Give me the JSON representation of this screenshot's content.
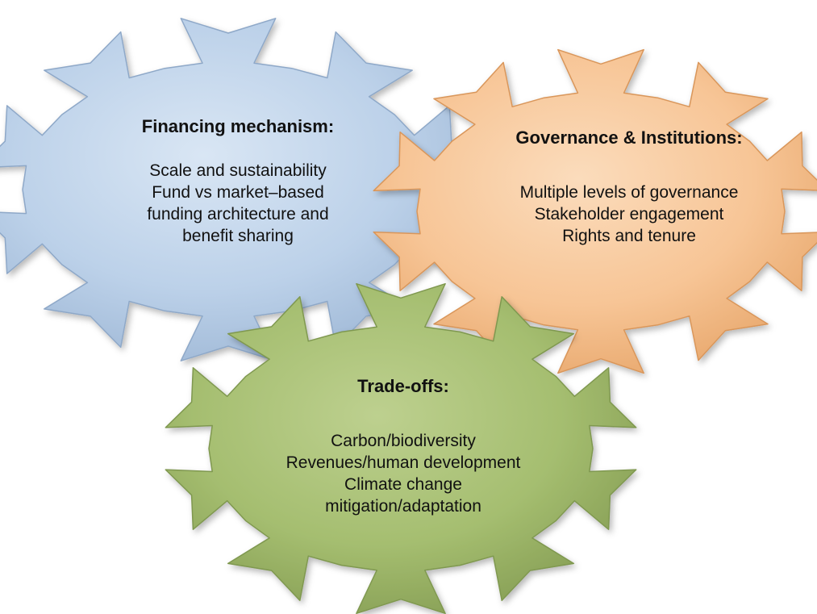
{
  "colors": {
    "financing": "#b7cde6",
    "governance": "#f5c08e",
    "tradeoffs": "#a2bd6c"
  },
  "gears": {
    "financing": {
      "title": "Financing mechanism:",
      "lines": [
        "Scale and sustainability",
        "Fund vs market–based",
        "funding architecture and",
        "benefit sharing"
      ]
    },
    "governance": {
      "title": "Governance & Institutions:",
      "lines": [
        "Multiple levels of governance",
        "Stakeholder engagement",
        "Rights and tenure"
      ]
    },
    "tradeoffs": {
      "title": "Trade-offs:",
      "lines": [
        "Carbon/biodiversity",
        "Revenues/human development",
        "Climate change",
        "mitigation/adaptation"
      ]
    }
  }
}
